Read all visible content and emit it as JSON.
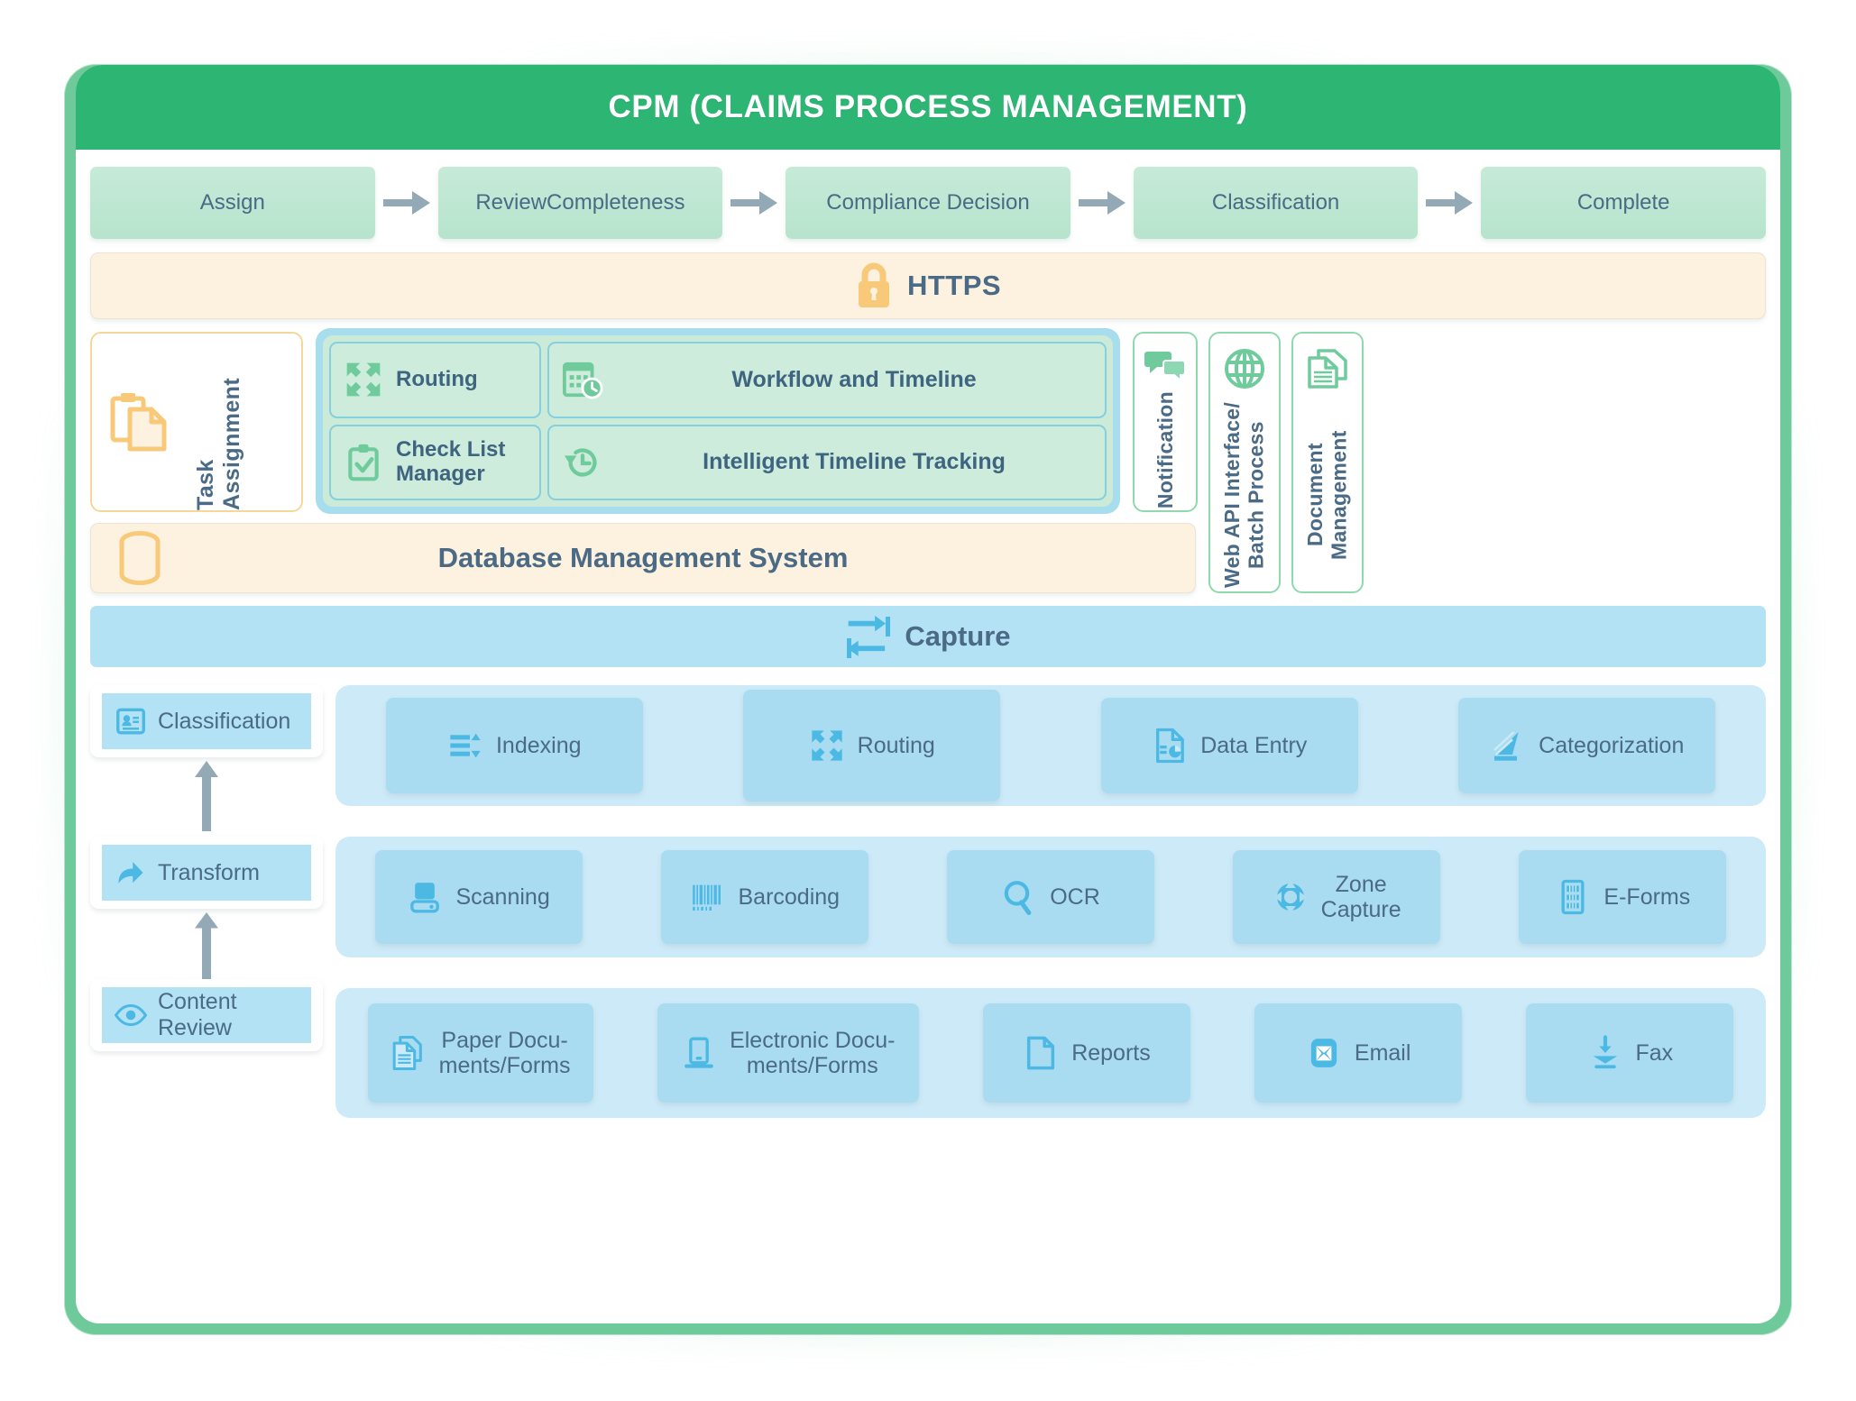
{
  "header": {
    "title": "CPM (CLAIMS PROCESS MANAGEMENT)"
  },
  "colors": {
    "header_green": "#2db573",
    "frame_green": "#6fca9b",
    "process_green": "#bfe8d4",
    "cream": "#fdf1df",
    "orange_icon": "#f8c979",
    "capture_blue": "#b2e2f4",
    "card_blue": "#a9dcf0",
    "group_blue": "#cceaf8",
    "text_slate": "#4a6a85",
    "icon_green": "#6fcb9b",
    "icon_blue": "#4cb8e4",
    "arrow_gray": "#93a9b5"
  },
  "process_flow": {
    "steps": [
      {
        "label": "Assign"
      },
      {
        "label": "Review\nCompleteness"
      },
      {
        "label": "Compliance Decision"
      },
      {
        "label": "Classification"
      },
      {
        "label": "Complete"
      }
    ],
    "arrow_icon": "arrow-right-icon"
  },
  "security_bar": {
    "label": "HTTPS",
    "icon": "lock-icon"
  },
  "task_assignment": {
    "label": "Task Assignment",
    "icon": "clipboard-documents-icon"
  },
  "workflow_panel": {
    "cells": [
      {
        "label": "Routing",
        "icon": "expand-arrows-icon",
        "wide": false
      },
      {
        "label": "Workflow and Timeline",
        "icon": "calendar-clock-icon",
        "wide": true
      },
      {
        "label": "Check List Manager",
        "icon": "clipboard-check-icon",
        "wide": false
      },
      {
        "label": "Intelligent Timeline Tracking",
        "icon": "history-clock-icon",
        "wide": true
      }
    ]
  },
  "side_panels": [
    {
      "label": "Notification",
      "icon": "chat-bubbles-icon"
    },
    {
      "label": "Web API Interface/\nBatch Process",
      "icon": "globe-icon"
    },
    {
      "label": "Document Management",
      "icon": "documents-icon"
    }
  ],
  "database_bar": {
    "label": "Database Management System",
    "icon": "database-icon"
  },
  "capture_bar": {
    "label": "Capture",
    "icon": "exchange-arrows-icon"
  },
  "left_chain": {
    "items": [
      {
        "label": "Classification",
        "icon": "id-card-icon"
      },
      {
        "label": "Transform",
        "icon": "share-arrow-icon"
      },
      {
        "label": "Content Review",
        "icon": "eye-icon"
      }
    ],
    "arrow_icon": "arrow-up-icon"
  },
  "capture_rows": [
    {
      "name": "processing-row",
      "items": [
        {
          "label": "Indexing",
          "icon": "index-list-icon"
        },
        {
          "label": "Routing",
          "icon": "expand-arrows-icon"
        },
        {
          "label": "Data Entry",
          "icon": "document-chart-icon"
        },
        {
          "label": "Categorization",
          "icon": "sort-stack-icon"
        }
      ]
    },
    {
      "name": "input-methods-row",
      "items": [
        {
          "label": "Scanning",
          "icon": "scanner-icon"
        },
        {
          "label": "Barcoding",
          "icon": "barcode-icon"
        },
        {
          "label": "OCR",
          "icon": "magnifier-icon"
        },
        {
          "label": "Zone\nCapture",
          "icon": "zone-capture-icon"
        },
        {
          "label": "E-Forms",
          "icon": "eform-icon"
        }
      ]
    },
    {
      "name": "sources-row",
      "items": [
        {
          "label": "Paper Docu-\nments/Forms",
          "icon": "paper-documents-icon"
        },
        {
          "label": "Electronic Docu-\nments/Forms",
          "icon": "laptop-icon"
        },
        {
          "label": "Reports",
          "icon": "report-page-icon"
        },
        {
          "label": "Email",
          "icon": "envelope-icon"
        },
        {
          "label": "Fax",
          "icon": "fax-download-icon"
        }
      ]
    }
  ]
}
